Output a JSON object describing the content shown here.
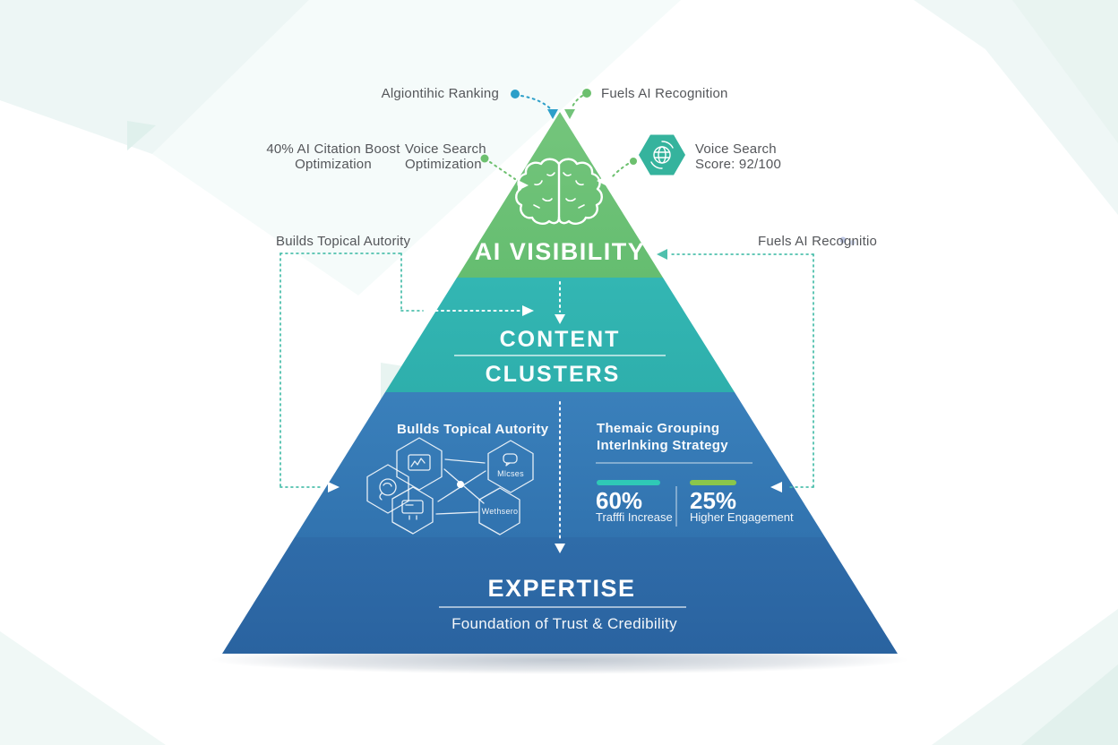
{
  "colors": {
    "tier1_green": "#6cc177",
    "tier2_teal": "#31b4b1",
    "tier3_blue": "#357ab5",
    "tier4_blue": "#2d68a4",
    "badge_teal": "#35b39d",
    "stat_bar_teal": "#2fc9b6",
    "stat_bar_green": "#8ac64b",
    "connector_teal": "#4fc0ad",
    "connector_green": "#6cc06e",
    "connector_blue": "#2d9fc9",
    "annotation_text": "#54565a"
  },
  "annotations": {
    "top_left_label": "Algiontihic Ranking",
    "top_right_label": "Fuels AI Recognition",
    "citation_boost": {
      "line1": "40% AI Citation Boost",
      "line2": "Optimization"
    },
    "voice_search_optimization": {
      "line1": "Voice Search",
      "line2": "Optimization"
    },
    "voice_search_score": {
      "line1": "Voice Search",
      "line2": "Score: 92/100"
    },
    "left_mid_label": "Builds Topical Autority",
    "right_mid_label": "Fuels AI Recognitio"
  },
  "pyramid": {
    "tier1": {
      "title": "AI VISIBILITY"
    },
    "tier2": {
      "title_line1": "CONTENT",
      "title_line2": "CLUSTERS"
    },
    "tier3": {
      "left_heading": "Bullds Topical Autority",
      "right_heading_line1": "Themaic Grouping",
      "right_heading_line2": "Interlnking Strategy",
      "hex_label_1": "Mlcses",
      "hex_label_2": "Wethsero",
      "stat1": {
        "value": "60%",
        "label": "Trafffi Increase"
      },
      "stat2": {
        "value": "25%",
        "label": "Higher Engagement"
      }
    },
    "tier4": {
      "title": "EXPERTISE",
      "subtitle": "Foundation of Trust & Credibility"
    }
  }
}
